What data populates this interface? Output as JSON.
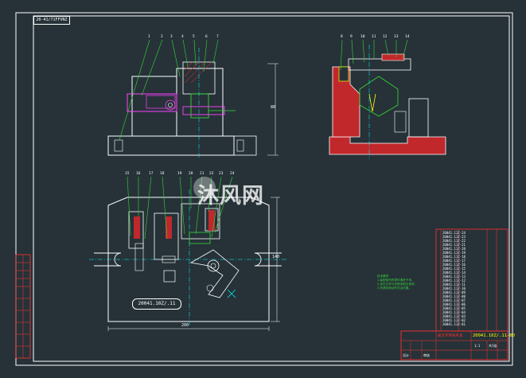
{
  "drawing": {
    "title_stamp": "20-41/71FFVNZ",
    "part_label": "20041.10Z/.11",
    "watermark_text": "沐风网",
    "colors": {
      "background": "#263238",
      "frame": "#ffffff",
      "part_outline": "#ffffff",
      "callout_lines": "#37d637",
      "section_fill": "#c0282c",
      "highlight_magenta": "#ff40ff",
      "centerline": "#00ffff",
      "dimension": "#ffff00"
    },
    "top_view_callouts": [
      "1",
      "2",
      "3",
      "4",
      "5",
      "6",
      "7"
    ],
    "side_view_callouts": [
      "8",
      "9",
      "10",
      "11",
      "12",
      "13",
      "14"
    ],
    "plan_view_callouts": [
      "15",
      "16",
      "17",
      "18",
      "19",
      "20",
      "21",
      "22",
      "23",
      "24"
    ],
    "dimensions": {
      "height_right": "80",
      "plan_height": "140",
      "plan_width": "200"
    },
    "notes": [
      "技术要求",
      "1.装配前所有零件清洗干净。",
      "2.定位元件与夹具体配合良好。",
      "3.夹紧机构动作灵活可靠。"
    ],
    "title_block": {
      "drawing_name": "拨叉专用铣夹具",
      "drawing_number": "20041.10Z/.11-00",
      "scale": "1:1",
      "sheet": "共1张",
      "designer": "设计",
      "checker": "审核"
    },
    "parts_list": [
      "20041.11Z-01",
      "20041.11Z-02",
      "20041.11Z-03",
      "20041.11Z-04",
      "20041.11Z-05",
      "20041.11Z-06",
      "20041.11Z-07",
      "20041.11Z-08",
      "20041.11Z-09",
      "20041.11Z-10",
      "20041.11Z-11",
      "20041.11Z-12",
      "20041.11Z-13",
      "20041.11Z-14",
      "20041.11Z-15",
      "20041.11Z-16",
      "20041.11Z-17",
      "20041.11Z-18",
      "20041.11Z-19",
      "20041.11Z-20",
      "20041.11Z-21",
      "20041.11Z-22",
      "20041.11Z-23",
      "20041.11Z-24"
    ]
  }
}
